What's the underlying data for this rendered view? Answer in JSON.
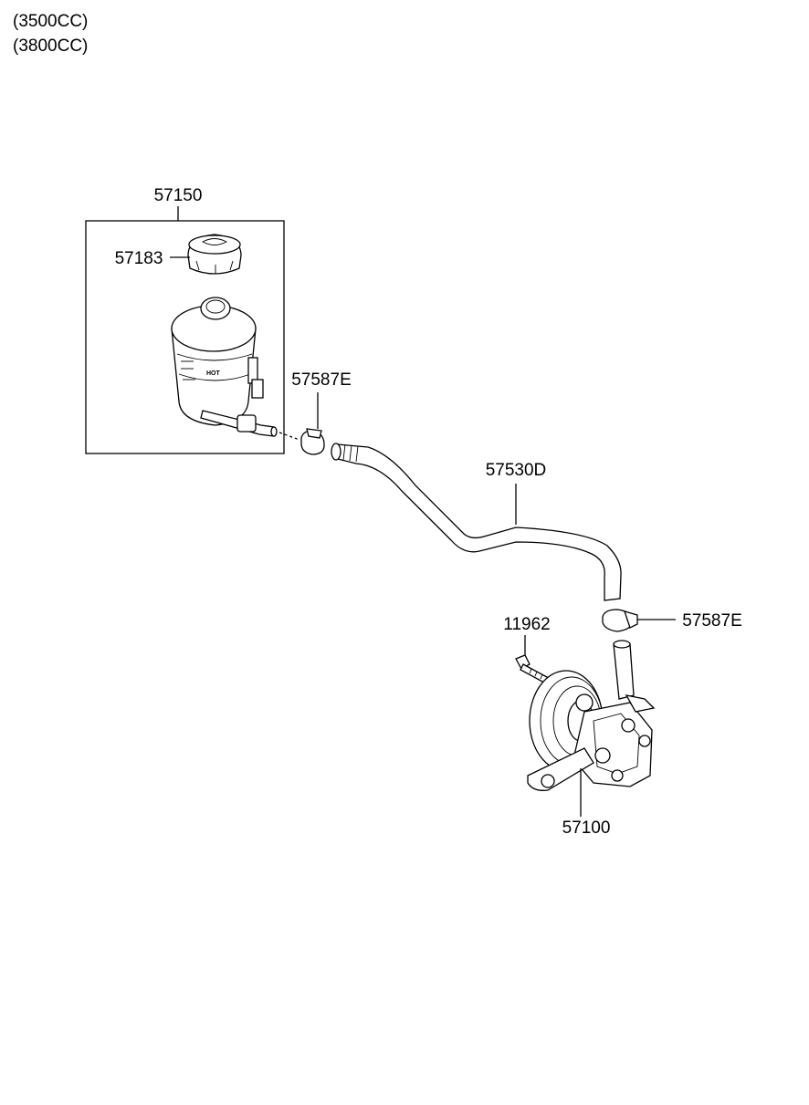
{
  "header": {
    "line1": "(3500CC)",
    "line2": "(3800CC)"
  },
  "callouts": {
    "reservoir_assembly": "57150",
    "reservoir_cap": "57183",
    "clamp_upper": "57587E",
    "hose": "57530D",
    "clamp_lower": "57587E",
    "bolt": "11962",
    "pump": "57100"
  },
  "reservoir_marks": {
    "hot": "HOT"
  }
}
